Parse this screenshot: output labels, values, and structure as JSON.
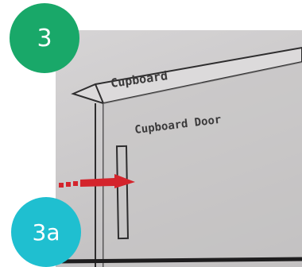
{
  "step": {
    "main": "3",
    "sub": "3a"
  },
  "labels": {
    "cupboard": "Cupboard",
    "door": "Cupboard Door"
  },
  "colors": {
    "step_main": "#19a869",
    "step_sub": "#1fbfd0",
    "arrow": "#d4242c",
    "photo_bg": "#cfcdce"
  }
}
